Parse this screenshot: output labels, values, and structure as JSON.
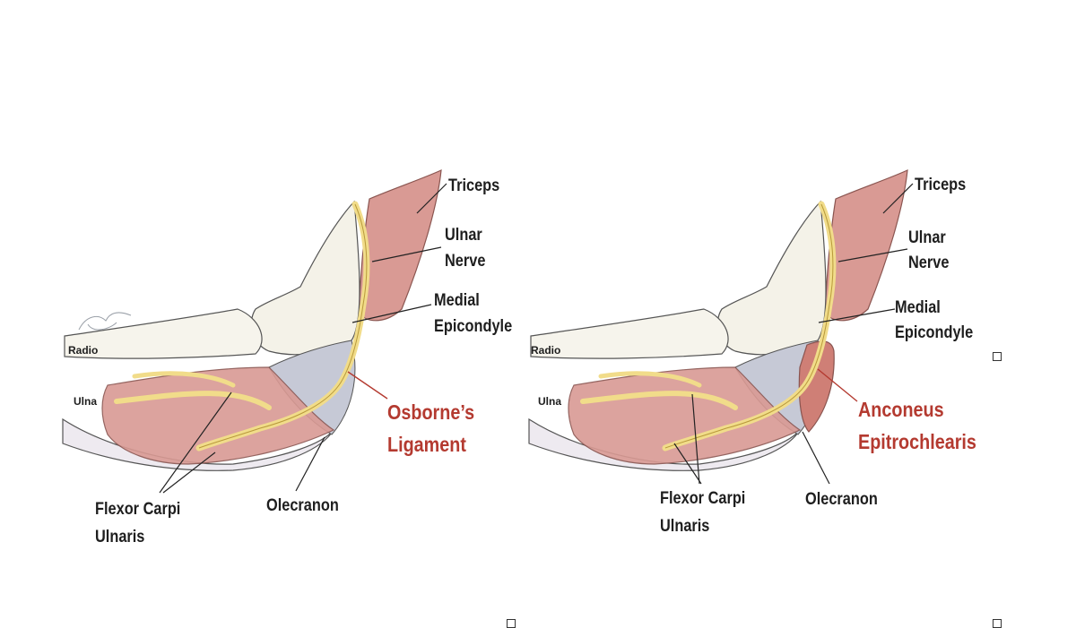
{
  "diagram": {
    "panels": [
      {
        "labels": {
          "triceps": "Triceps",
          "ulnar_nerve": [
            "Ulnar",
            "Nerve"
          ],
          "medial_epicondyle": [
            "Medial",
            "Epicondyle"
          ],
          "radio": "Radio",
          "ulna": "Ulna",
          "highlight": [
            "Osborne’s",
            "Ligament"
          ],
          "fcu": [
            "Flexor Carpi",
            "Ulnaris"
          ],
          "olecranon": "Olecranon"
        }
      },
      {
        "labels": {
          "triceps": "Triceps",
          "ulnar_nerve": [
            "Ulnar",
            "Nerve"
          ],
          "medial_epicondyle": [
            "Medial",
            "Epicondyle"
          ],
          "radio": "Radio",
          "ulna": "Ulna",
          "highlight": [
            "Anconeus",
            "Epitrochlearis"
          ],
          "fcu": [
            "Flexor Carpi",
            "Ulnaris"
          ],
          "olecranon": "Olecranon"
        }
      }
    ],
    "colors": {
      "muscle": "#d99a94",
      "nerve": "#f1dc8a",
      "bone": "#f4f2e8",
      "ligament_gray": "#c6c9d6",
      "highlight_text": "#b43a30",
      "label_text": "#1e1e1e"
    }
  }
}
